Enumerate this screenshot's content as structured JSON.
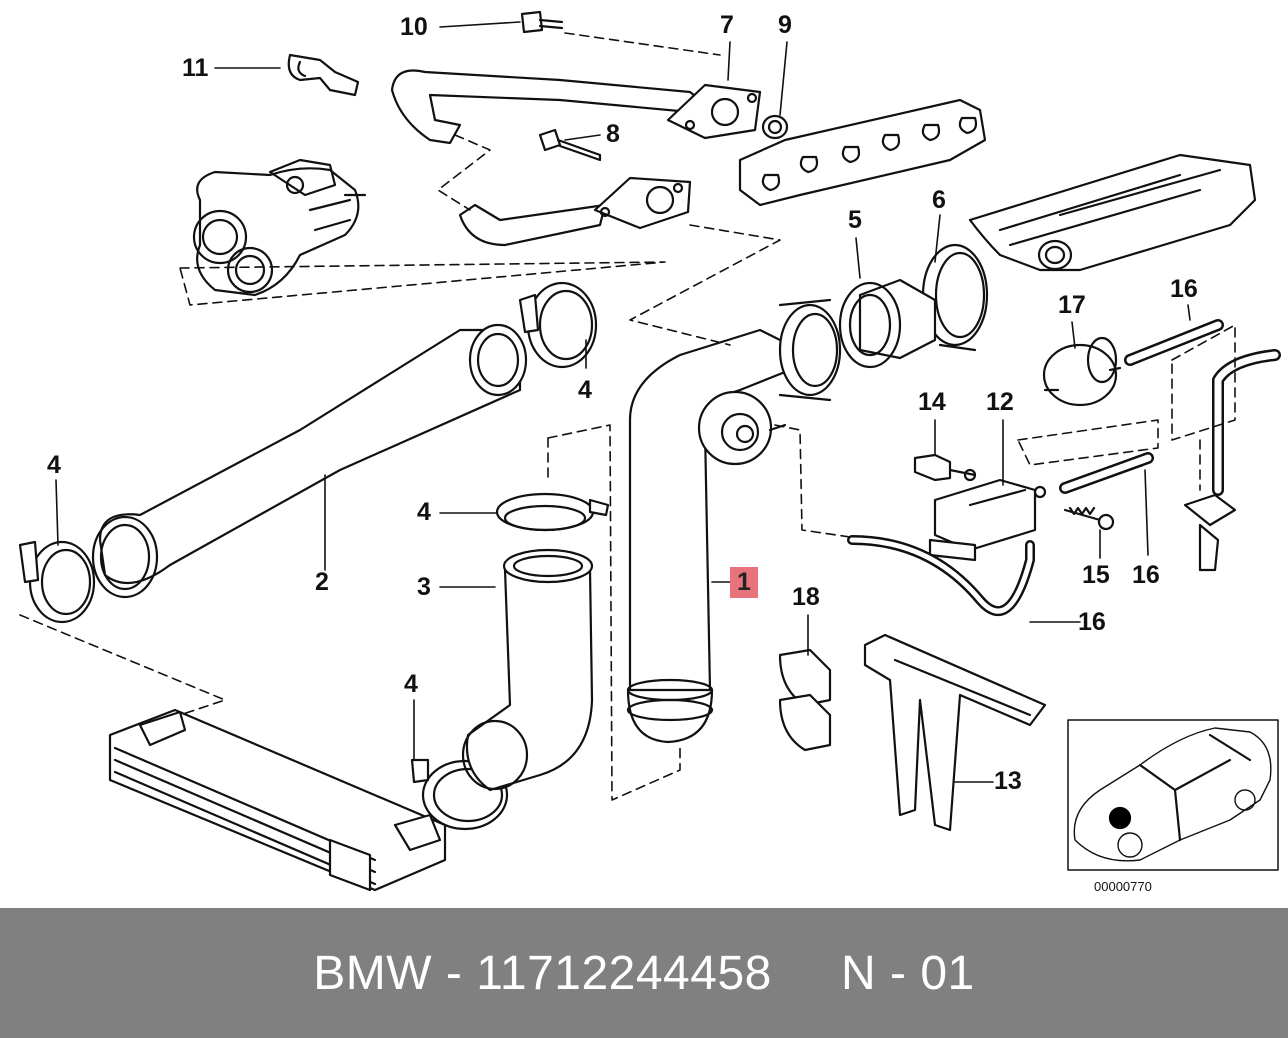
{
  "diagram": {
    "callouts": {
      "c1": "1",
      "c2": "2",
      "c3": "3",
      "c4a": "4",
      "c4b": "4",
      "c4c": "4",
      "c4d": "4",
      "c5": "5",
      "c6": "6",
      "c7": "7",
      "c8": "8",
      "c9": "9",
      "c10": "10",
      "c11": "11",
      "c12": "12",
      "c13": "13",
      "c14": "14",
      "c15": "15",
      "c16a": "16",
      "c16b": "16",
      "c16c": "16",
      "c17": "17",
      "c18": "18"
    },
    "highlight_color": "#e8737a",
    "inset_code": "00000770"
  },
  "footer": {
    "text": "BMW - 11712244458     N - 01",
    "background": "#808080"
  }
}
